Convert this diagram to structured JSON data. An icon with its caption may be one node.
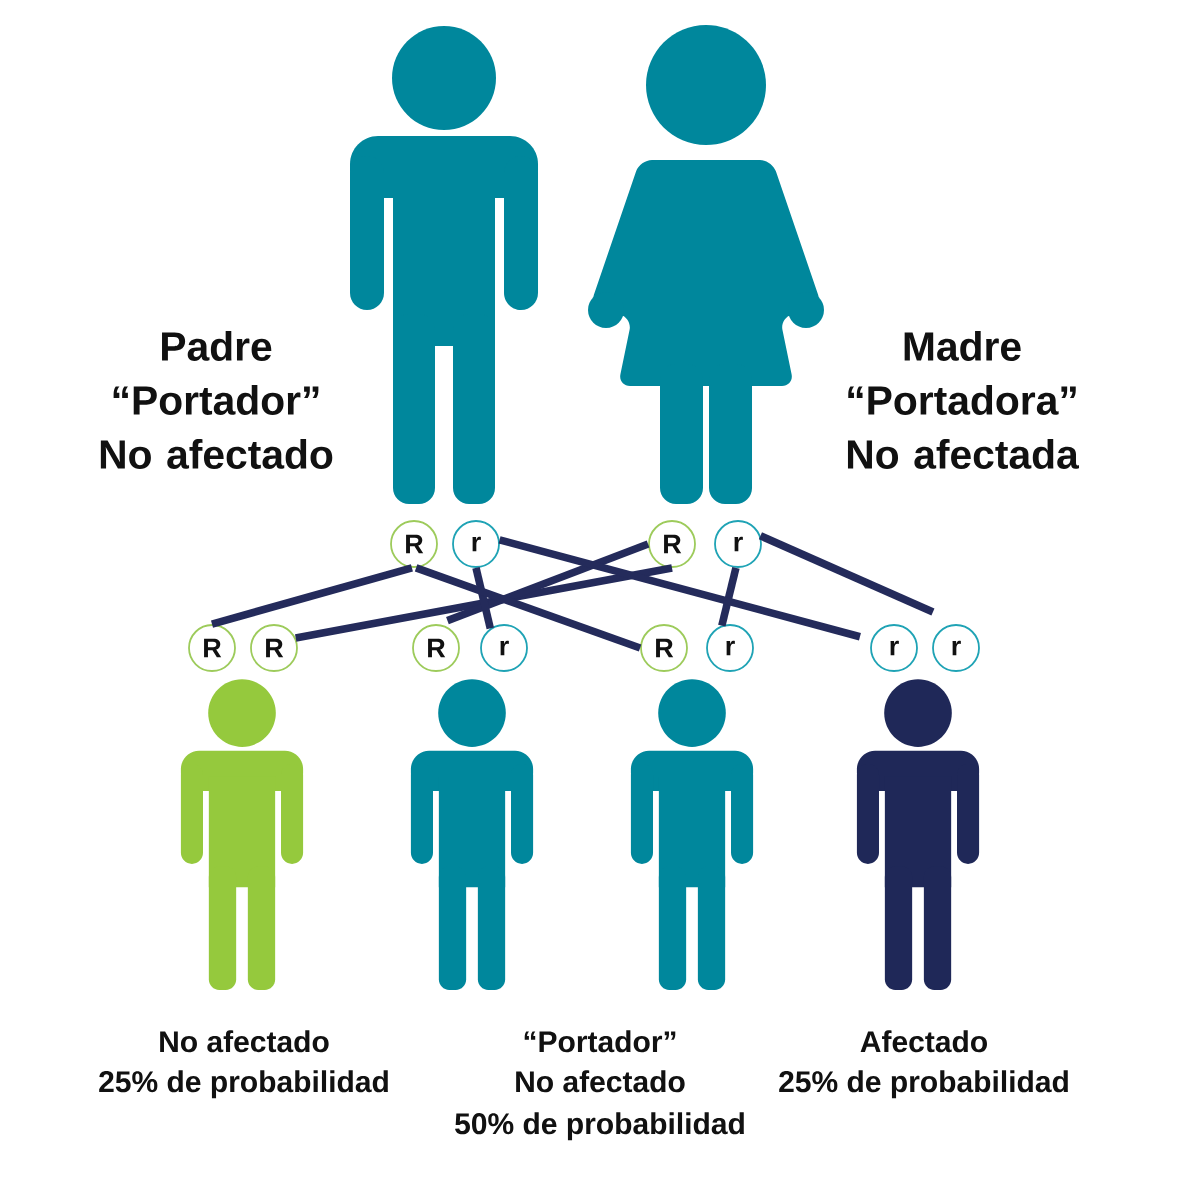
{
  "diagram": {
    "nodes": [
      {
        "text": [],
        "shape": "person",
        "beside": [
          "Padre “Portador” No afectado"
        ]
      },
      {
        "text": [],
        "shape": "person",
        "beside": [
          "Madre “Portadora” No afectada"
        ]
      },
      {
        "text": [
          "R"
        ]
      },
      {
        "text": [
          "r"
        ]
      },
      {
        "text": [
          "R"
        ]
      },
      {
        "text": [
          "r"
        ]
      },
      {
        "text": [
          "R"
        ]
      },
      {
        "text": [
          "R"
        ]
      },
      {
        "text": [
          "R"
        ]
      },
      {
        "text": [
          "r"
        ]
      },
      {
        "text": [
          "R"
        ]
      },
      {
        "text": [
          "r"
        ]
      },
      {
        "text": [
          "r"
        ]
      },
      {
        "text": [
          "r"
        ]
      },
      {
        "text": [],
        "shape": "person",
        "beside": [
          "No afectado",
          "25% de probabilidad"
        ]
      },
      {
        "text": [],
        "shape": "person"
      },
      {
        "text": [],
        "shape": "person"
      },
      {
        "text": [],
        "shape": "person",
        "beside": [
          "Afectado",
          "25% de probabilidad"
        ]
      }
    ],
    "edges": [
      {
        "from": 2,
        "to": 6,
        "arrow": "none"
      },
      {
        "from": 4,
        "to": 7,
        "arrow": "none"
      },
      {
        "from": 4,
        "to": 8,
        "arrow": "none"
      },
      {
        "from": 3,
        "to": 9,
        "arrow": "none"
      },
      {
        "from": 2,
        "to": 10,
        "arrow": "none"
      },
      {
        "from": 5,
        "to": 11,
        "arrow": "none"
      },
      {
        "from": 3,
        "to": 12,
        "arrow": "none"
      },
      {
        "from": 5,
        "to": 13,
        "arrow": "none"
      }
    ],
    "labels": [
      "“Portador”",
      "No afectado",
      "50% de probabilidad"
    ]
  }
}
